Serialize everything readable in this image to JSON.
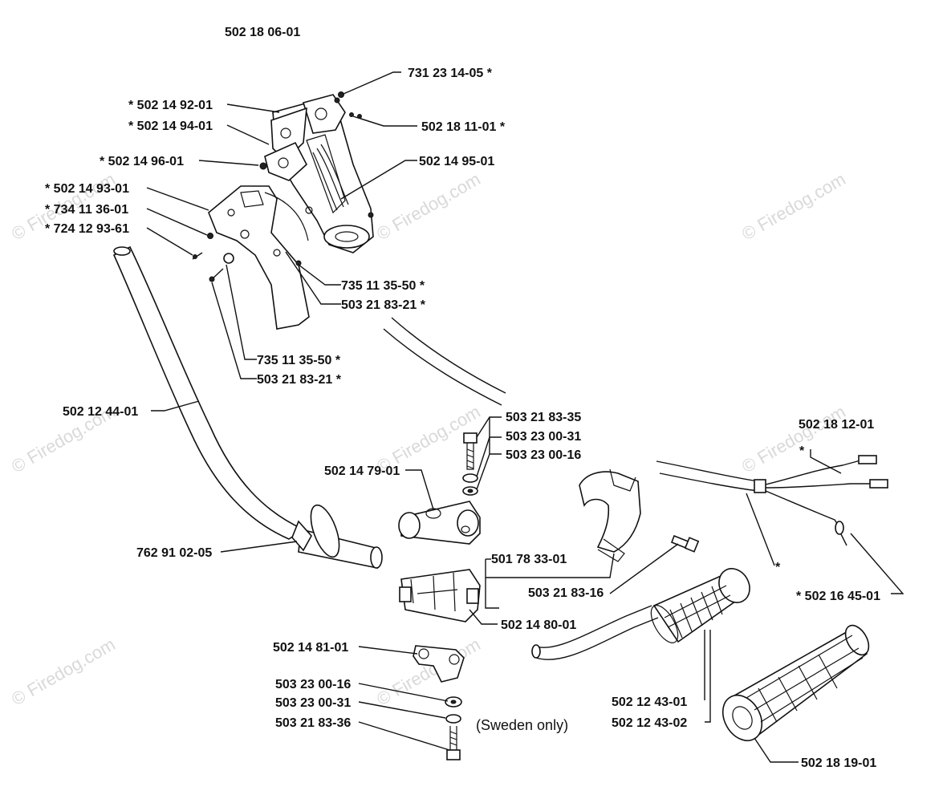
{
  "diagram": {
    "assembly_number": "502 18 06-01",
    "note_sweden": "(Sweden only)",
    "asterisk": "*",
    "watermark": "© Firedog.com",
    "colors": {
      "line": "#111111",
      "watermark": "#d9d9d9",
      "background": "#ffffff"
    },
    "labels": {
      "p731231405": "731 23 14-05  *",
      "p502149201": "*  502 14 92-01",
      "p502149401": "*  502 14 94-01",
      "p502181101": "502 18 11-01  *",
      "p502149601": "*  502 14 96-01",
      "p502149501": "502 14 95-01",
      "p502149301": "*  502 14 93-01",
      "p734113601": "*  734 11 36-01",
      "p724129361": "*  724 12 93-61",
      "p735113550a": "735 11 35-50  *",
      "p503218321a": "503 21 83-21  *",
      "p735113550b": "735 11 35-50  *",
      "p503218321b": "503 21 83-21  *",
      "p502124401": "502 12 44-01",
      "p503218335": "503 21 83-35",
      "p503230031a": "503 23 00-31",
      "p503230016a": "503 23 00-16",
      "p502147901": "502 14 79-01",
      "p502181201": "502 18 12-01",
      "p762910205": "762 91 02-05",
      "p501783301": "501 78 33-01",
      "p503218316": "503 21 83-16",
      "p502164501": "*  502 16 45-01",
      "p502148001": "502 14 80-01",
      "p502148101": "502 14 81-01",
      "p503230016b": "503 23 00-16",
      "p503230031b": "503 23 00-31",
      "p503218336": "503 21 83-36",
      "p502124301": "502 12 43-01",
      "p502124302": "502 12 43-02",
      "p502181901": "502 18 19-01"
    }
  }
}
